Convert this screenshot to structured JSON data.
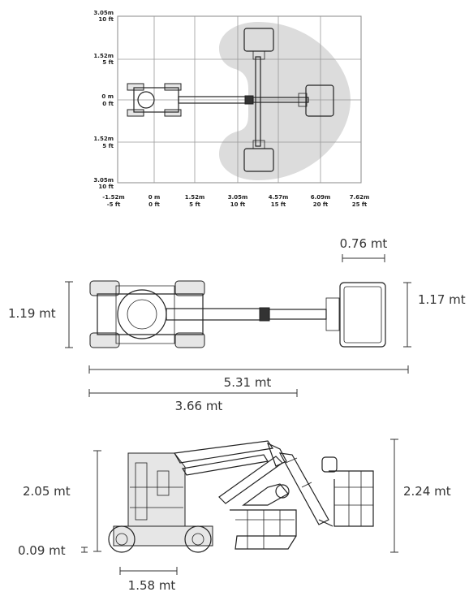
{
  "top_plan": {
    "y_labels": [
      {
        "m": "3.05m",
        "ft": "10 ft"
      },
      {
        "m": "1.52m",
        "ft": "5 ft"
      },
      {
        "m": "0 m",
        "ft": "0 ft"
      },
      {
        "m": "1.52m",
        "ft": "5 ft"
      },
      {
        "m": "3.05m",
        "ft": "10 ft"
      }
    ],
    "x_labels": [
      {
        "m": "-1.52m",
        "ft": "-5 ft"
      },
      {
        "m": "0 m",
        "ft": "0 ft"
      },
      {
        "m": "1.52m",
        "ft": "5 ft"
      },
      {
        "m": "3.05m",
        "ft": "10 ft"
      },
      {
        "m": "4.57m",
        "ft": "15 ft"
      },
      {
        "m": "6.09m",
        "ft": "20 ft"
      },
      {
        "m": "7.62m",
        "ft": "25 ft"
      }
    ]
  },
  "middle_plan": {
    "platform_width": "0.76 mt",
    "machine_width": "1.19 mt",
    "platform_depth": "1.17 mt",
    "overall_length": "5.31 mt",
    "stowed_length": "3.66 mt"
  },
  "side_view": {
    "stowed_height": "2.05 mt",
    "ground_clearance": "0.09 mt",
    "overall_height": "2.24 mt",
    "wheelbase": "1.58 mt"
  },
  "colors": {
    "working_envelope": "#dcdcdc",
    "grid": "#999999",
    "machine_line": "#222222"
  }
}
